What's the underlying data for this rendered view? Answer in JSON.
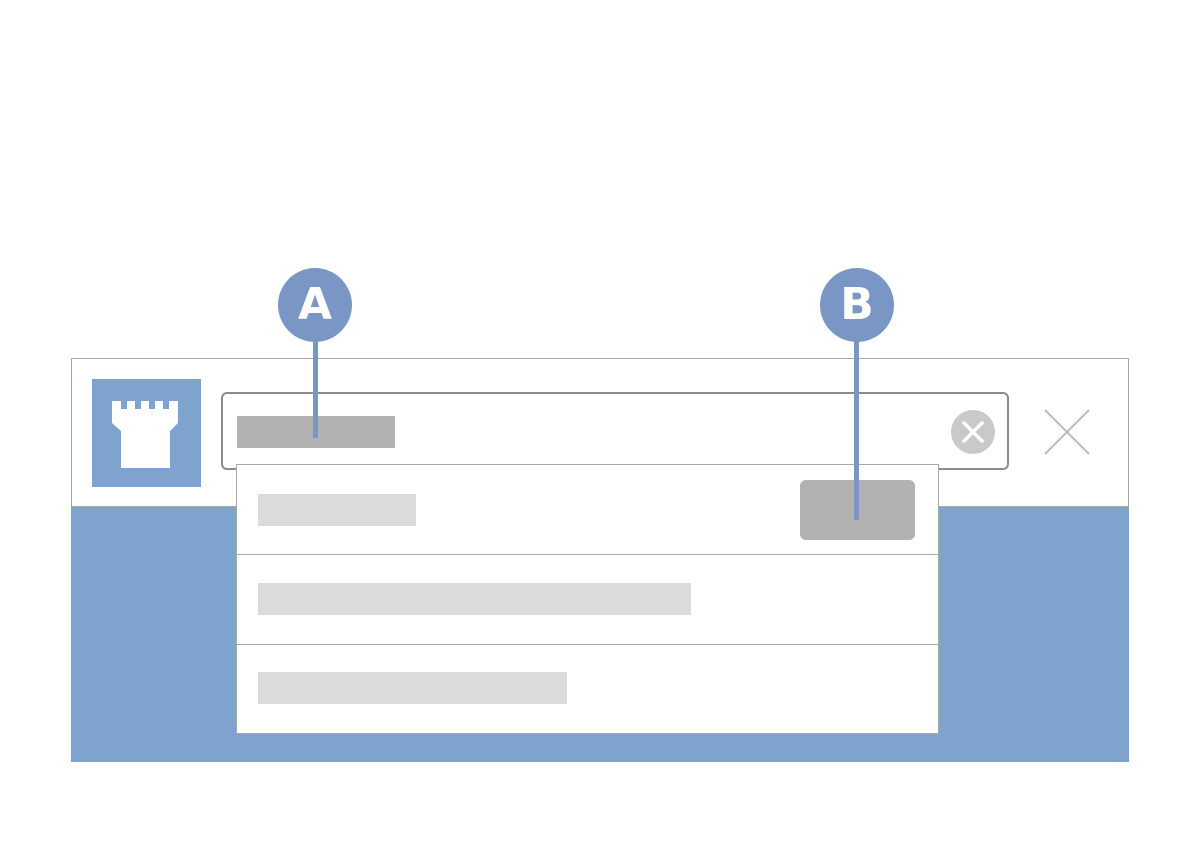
{
  "callouts": {
    "a": "A",
    "b": "B"
  },
  "icons": {
    "app": "castle-tower-icon",
    "clear": "clear-circle-x-icon",
    "close": "close-x-icon"
  },
  "colors": {
    "accent_blue": "#7fa3cf",
    "callout_blue": "#7a96c4",
    "placeholder_dark": "#b2b2b2",
    "placeholder_light": "#dbdbdb",
    "border": "#a7a7a7"
  },
  "dropdown": {
    "rows": 3
  }
}
